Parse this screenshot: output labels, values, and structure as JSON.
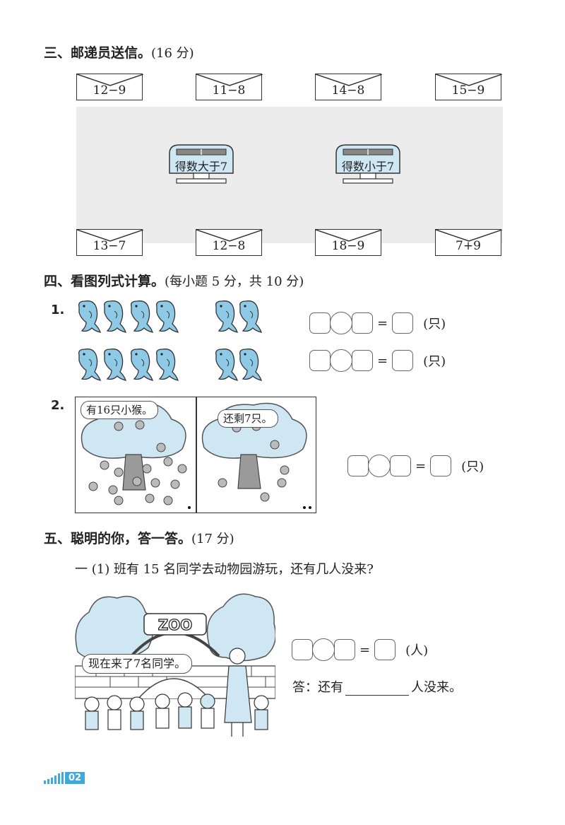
{
  "section3": {
    "title": "三、邮递员送信。",
    "score": "(16 分)",
    "top_envelopes": [
      "12−9",
      "11−8",
      "14−8",
      "15−9"
    ],
    "bottom_envelopes": [
      "13−7",
      "12−8",
      "18−9",
      "7+9"
    ],
    "mailbox_left": "得数大于7",
    "mailbox_right": "得数小于7"
  },
  "section4": {
    "title": "四、看图列式计算。",
    "score": "(每小题 5 分，共 10 分)",
    "q1": {
      "number": "1.",
      "eq_sign": "=",
      "unit": "(只)"
    },
    "q2": {
      "number": "2.",
      "bubble_left": "有16只小猴。",
      "bubble_right": "还剩7只。",
      "eq_sign": "=",
      "unit": "(只)"
    }
  },
  "section5": {
    "title": "五、聪明的你，答一答。",
    "score": "(17 分)",
    "question": "一 (1) 班有 15 名同学去动物园游玩，还有几人没来?",
    "zoo_sign": "ZOO",
    "bubble": "现在来了7名同学。",
    "eq_sign": "=",
    "unit": "(人)",
    "answer_prefix": "答：还有",
    "answer_suffix": "人没来。"
  },
  "footer": {
    "page_number": "02"
  },
  "colors": {
    "accent_blue": "#3fa9dc",
    "sky_blue": "#cfe7f3",
    "dolphin": "#8ecae6",
    "mail_bg": "#ececec"
  }
}
